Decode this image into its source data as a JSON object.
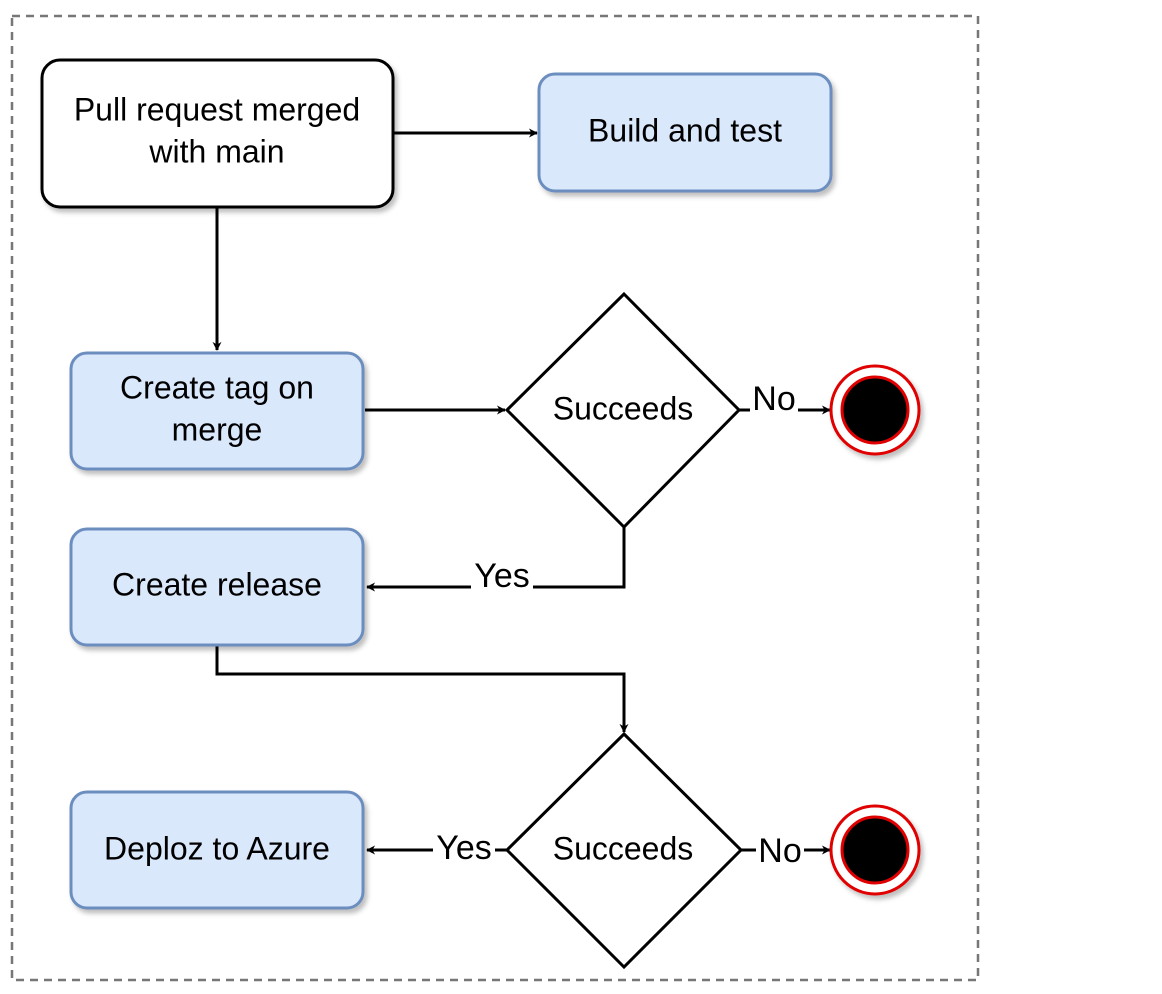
{
  "nodes": {
    "pr_merged": "Pull request merged with main",
    "build_test": "Build and test",
    "create_tag": "Create tag on merge",
    "succeeds_1": "Succeeds",
    "create_release": "Create release",
    "succeeds_2": "Succeeds",
    "deploy_azure": "Deploz to Azure"
  },
  "edge_labels": {
    "decision1_no": "No",
    "decision1_yes": "Yes",
    "decision2_yes": "Yes",
    "decision2_no": "No"
  },
  "colors": {
    "process_fill": "#dae8fc",
    "process_stroke": "#6c8ebf",
    "start_fill": "#ffffff",
    "start_stroke": "#000000",
    "end_fill": "#000000",
    "end_ring": "#e00000",
    "container_border": "#777777"
  }
}
